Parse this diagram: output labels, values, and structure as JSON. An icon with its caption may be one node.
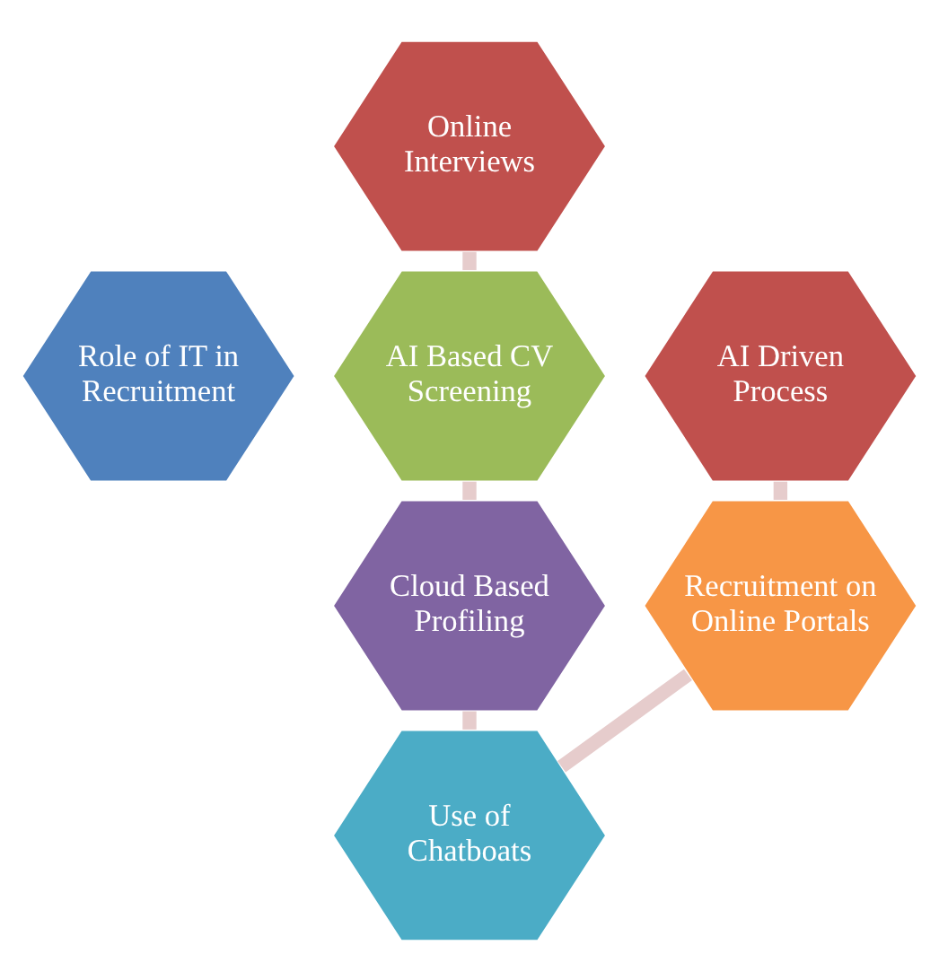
{
  "diagram": {
    "nodes": [
      {
        "text": [
          "Role of IT in Recruitment"
        ]
      },
      {
        "text": [
          "Online Interviews"
        ]
      },
      {
        "text": [
          "AI Based CV Screening"
        ]
      },
      {
        "text": [
          "Cloud Based Profiling"
        ]
      },
      {
        "text": [
          "Use of Chatboats"
        ]
      },
      {
        "text": [
          "Recruitment on Online Portals"
        ]
      },
      {
        "text": [
          "AI Driven Process"
        ]
      }
    ],
    "edges": [
      {
        "from": 1,
        "to": 2,
        "arrow": "none"
      },
      {
        "from": 2,
        "to": 3,
        "arrow": "none"
      },
      {
        "from": 3,
        "to": 4,
        "arrow": "none"
      },
      {
        "from": 4,
        "to": 5,
        "arrow": "none"
      },
      {
        "from": 5,
        "to": 6,
        "arrow": "none"
      }
    ]
  }
}
